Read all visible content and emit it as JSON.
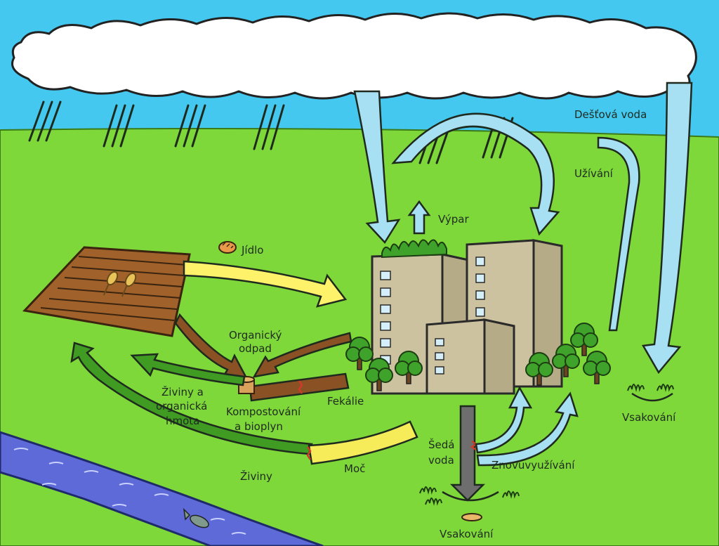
{
  "labels": {
    "destova_voda": "Dešťová voda",
    "uzivani": "Užívání",
    "vypar": "Výpar",
    "jidlo": "Jídlo",
    "organicky_1": "Organický",
    "organicky_2": "odpad",
    "ziviny_a_1": "Živiny a",
    "ziviny_a_2": "organická",
    "ziviny_a_3": "hmota",
    "kompost_1": "Kompostování",
    "kompost_2": "a bioplyn",
    "fekalie": "Fekálie",
    "ziviny": "Živiny",
    "moc": "Moč",
    "seda_1": "Šedá",
    "seda_2": "voda",
    "znovu": "Znovuvyužívání",
    "vsak_right": "Vsakování",
    "vsak_bottom": "Vsakování"
  },
  "colors": {
    "sky": "#45c8ef",
    "grass": "#7fd83a",
    "river": "#5d6ad8",
    "field": "#a0622a",
    "building": "#cdc2a0",
    "window": "#d4effa",
    "water_arrow": "#a7dff3",
    "food_arrow": "#fdf26a",
    "compost_arrow": "#8a5224",
    "nutrient_arrow": "#3f9b22",
    "urine_pipe": "#f6ec5a",
    "grey_water": "#6e6e6e",
    "tree": "#3fa22a"
  }
}
